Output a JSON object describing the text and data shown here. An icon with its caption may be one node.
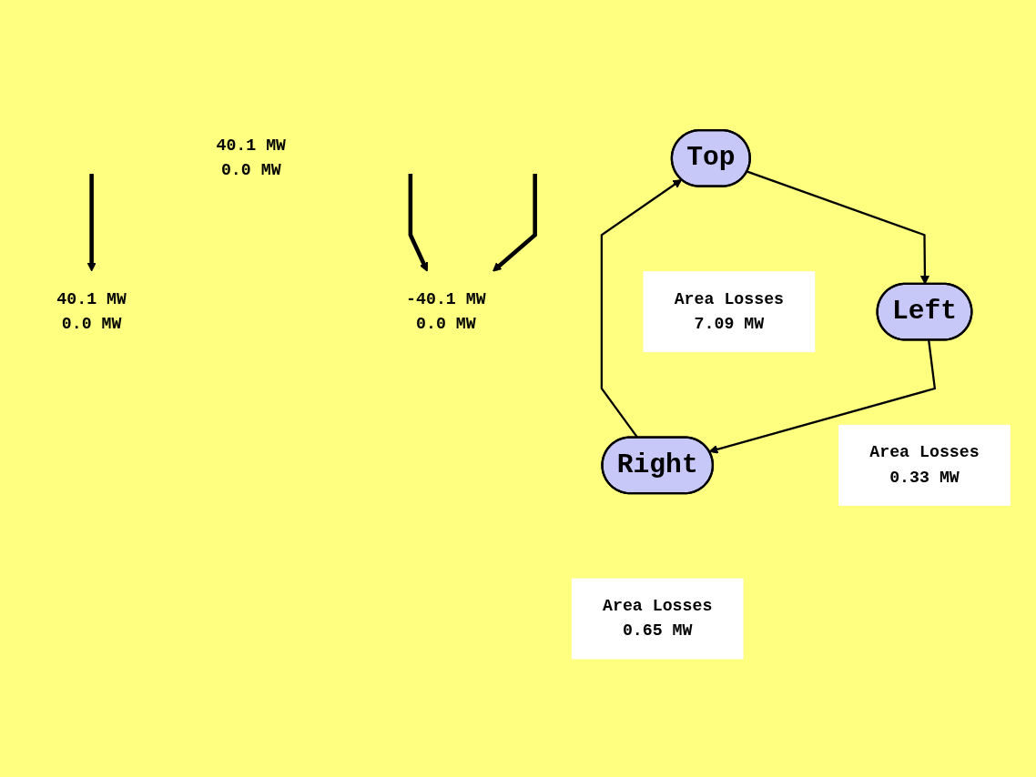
{
  "diagram": {
    "nodes": [
      {
        "text": [
          "Top"
        ],
        "beside": [
          "Area Losses",
          "7.09 MW"
        ]
      },
      {
        "text": [
          "40.1 MW",
          "0.0 MW"
        ]
      },
      {
        "text": [
          "-40.1 MW",
          "0.0 MW"
        ]
      },
      {
        "text": [
          "Left"
        ],
        "beside": [
          "Area Losses",
          "0.33 MW"
        ]
      },
      {
        "text": [
          "Right"
        ],
        "beside": [
          "Area Losses",
          "0.65 MW"
        ]
      },
      {
        "text": [
          "40.1 MW",
          "0.0 MW"
        ]
      }
    ],
    "edges": [
      {
        "from": 0,
        "to": 3,
        "arrow": "to"
      },
      {
        "from": 3,
        "to": 4,
        "arrow": "to"
      },
      {
        "from": 4,
        "to": 0,
        "arrow": "to"
      },
      {
        "from": null,
        "to": 1,
        "arrow": "to",
        "style": "thick"
      },
      {
        "from": null,
        "to": 2,
        "arrow": "to",
        "style": "thick"
      },
      {
        "from": null,
        "to": 2,
        "arrow": "to",
        "style": "thick"
      }
    ]
  }
}
